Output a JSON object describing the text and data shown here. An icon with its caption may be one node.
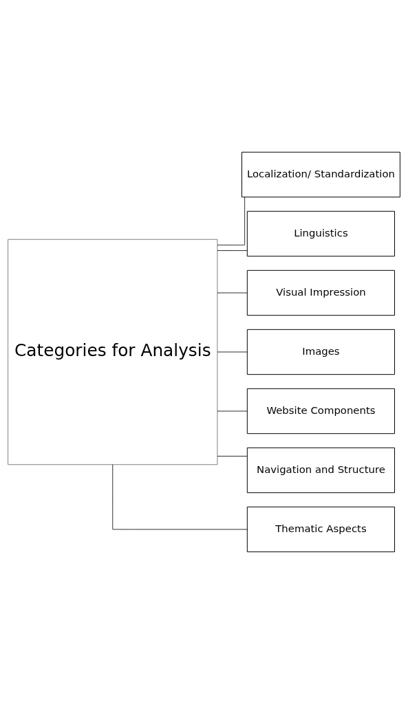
{
  "diagram": {
    "nodes": [
      {
        "text": [
          "Categories for Analysis"
        ]
      },
      {
        "text": [
          "Localization/ Standardization"
        ]
      },
      {
        "text": [
          "Linguistics"
        ]
      },
      {
        "text": [
          "Visual Impression"
        ]
      },
      {
        "text": [
          "Images"
        ]
      },
      {
        "text": [
          "Website Components"
        ]
      },
      {
        "text": [
          "Navigation and Structure"
        ]
      },
      {
        "text": [
          "Thematic Aspects"
        ]
      }
    ],
    "edges": [
      {
        "from": 0,
        "to": 1,
        "arrow": "none"
      },
      {
        "from": 0,
        "to": 2,
        "arrow": "none"
      },
      {
        "from": 0,
        "to": 3,
        "arrow": "none"
      },
      {
        "from": 0,
        "to": 4,
        "arrow": "none"
      },
      {
        "from": 0,
        "to": 5,
        "arrow": "none"
      },
      {
        "from": 0,
        "to": 6,
        "arrow": "none"
      },
      {
        "from": 0,
        "to": 7,
        "arrow": "none"
      }
    ]
  }
}
